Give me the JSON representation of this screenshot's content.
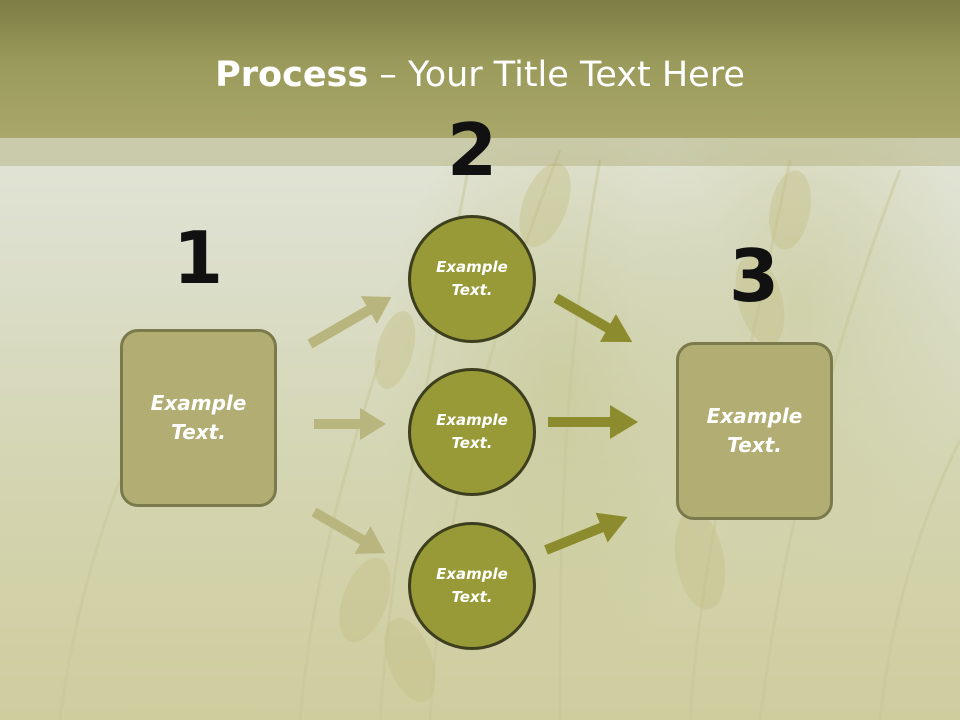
{
  "slide": {
    "title_bold": "Process",
    "title_rest": " – Your Title Text Here"
  },
  "steps": {
    "n1": "1",
    "n2": "2",
    "n3": "3"
  },
  "boxes": {
    "left": "Example Text.",
    "right": "Example Text."
  },
  "circles": {
    "top": "Example Text.",
    "middle": "Example Text.",
    "bottom": "Example Text."
  },
  "colors": {
    "title_band": "#9a9a5b",
    "box_fill": "#b2ae73",
    "circle_fill": "#979a36",
    "arrow_light": "#b9b57e",
    "arrow_dark": "#8c8c2e"
  }
}
